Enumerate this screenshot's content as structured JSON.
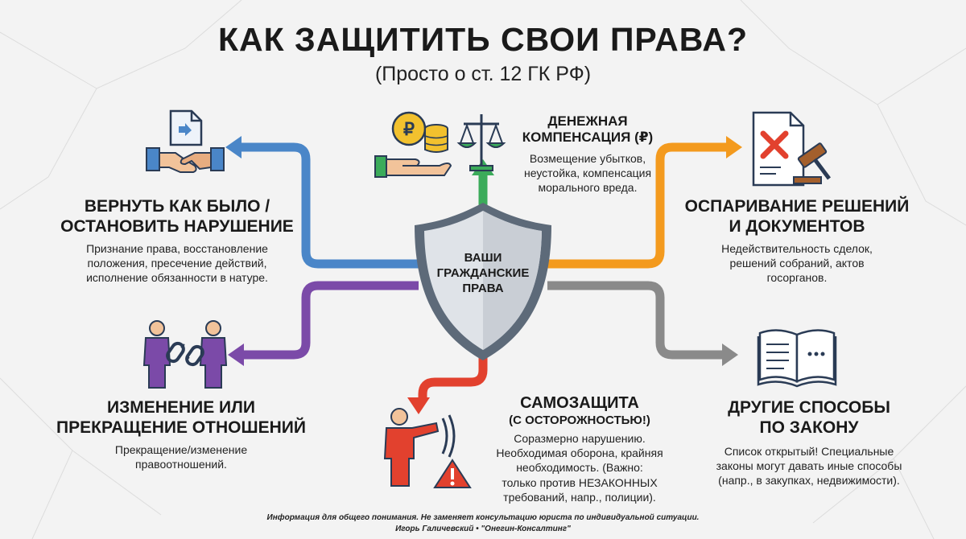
{
  "header": {
    "title": "КАК ЗАЩИТИТЬ СВОИ ПРАВА?",
    "subtitle": "(Просто о ст. 12 ГК РФ)"
  },
  "center": {
    "label": "ВАШИ\nГРАЖДАНСКИЕ\nПРАВА"
  },
  "branches": {
    "restore": {
      "heading": "ВЕРНУТЬ КАК БЫЛО /\nОСТАНОВИТЬ НАРУШЕНИЕ",
      "description": "Признание права, восстановление\nположения, пресечение действий,\nисполнение обязанности в натуре.",
      "color": "#4a86c8",
      "icon": "handshake-document-icon"
    },
    "compensation": {
      "heading": "ДЕНЕЖНАЯ\nКОМПЕНСАЦИЯ (₽)",
      "description": "Возмещение убытков,\nнеустойка, компенсация\nморального вреда.",
      "color": "#3bab5a",
      "icon": "coins-scales-icon"
    },
    "dispute": {
      "heading": "ОСПАРИВАНИЕ РЕШЕНИЙ\nИ ДОКУМЕНТОВ",
      "description": "Недействительность сделок,\nрешений собраний, актов\nгосорганов.",
      "color": "#f39a1e",
      "icon": "document-gavel-icon"
    },
    "change": {
      "heading": "ИЗМЕНЕНИЕ ИЛИ\nПРЕКРАЩЕНИЕ ОТНОШЕНИЙ",
      "description": "Прекращение/изменение\nправоотношений.",
      "color": "#7b4aa8",
      "icon": "people-broken-chain-icon"
    },
    "selfdefense": {
      "heading": "САМОЗАЩИТА",
      "subheading": "(С ОСТОРОЖНОСТЬЮ!)",
      "description": "Соразмерно нарушению.\nНеобходимая оборона, крайняя\nнеобходимость. (Важно:\nтолько против НЕЗАКОННЫХ\nтребований, напр., полиции).",
      "color": "#e2412e",
      "icon": "person-warning-icon"
    },
    "other": {
      "heading": "ДРУГИЕ СПОСОБЫ\nПО ЗАКОНУ",
      "description": "Список открытый! Специальные\nзаконы могут давать иные способы\n(напр., в закупках, недвижимости).",
      "color": "#8a8a8a",
      "icon": "open-book-icon"
    }
  },
  "footer": {
    "line1": "Информация для общего понимания. Не заменяет консультацию юриста по индивидуальной ситуации.",
    "line2": "Игорь Галичевский • \"Онегин-Консалтинг\""
  }
}
